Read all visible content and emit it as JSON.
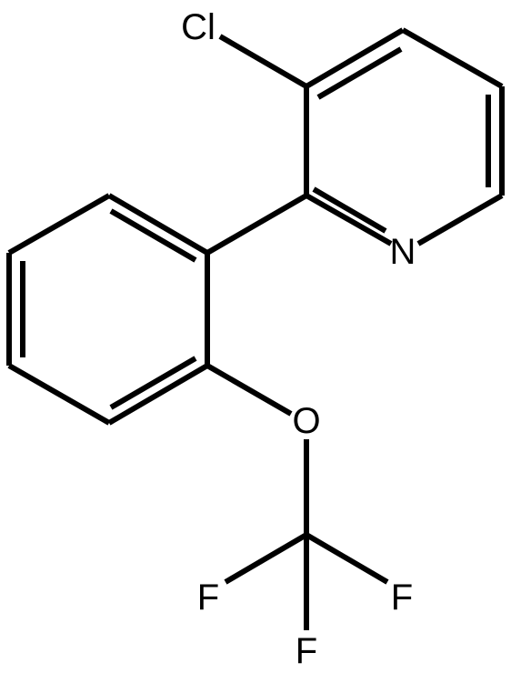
{
  "structure": {
    "atoms": [
      {
        "id": "cl",
        "symbol": "Cl"
      },
      {
        "id": "n",
        "symbol": "N"
      },
      {
        "id": "o",
        "symbol": "O"
      },
      {
        "id": "f1",
        "symbol": "F"
      },
      {
        "id": "f2",
        "symbol": "F"
      },
      {
        "id": "f3",
        "symbol": "F"
      }
    ]
  }
}
